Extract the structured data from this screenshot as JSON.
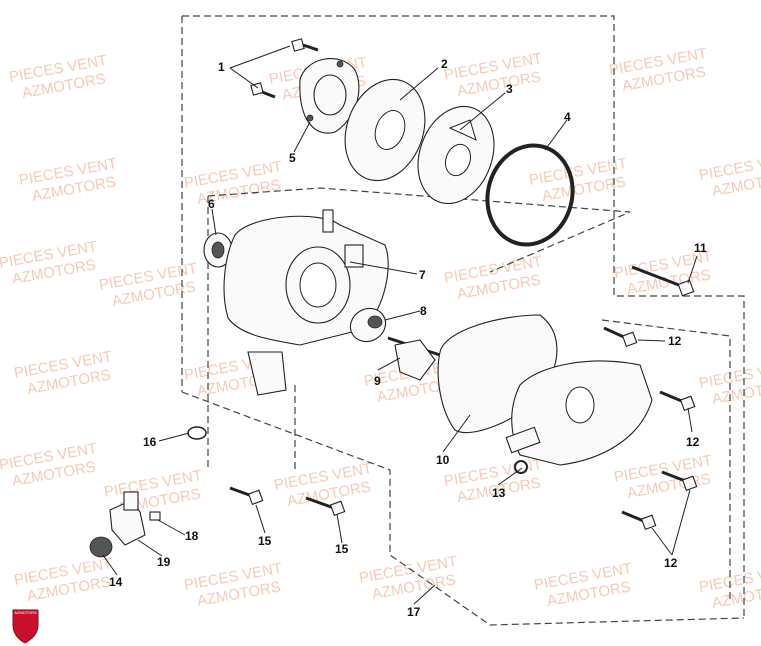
{
  "watermark": {
    "line1": "PIECES VENT",
    "line2": "AZMOTORS"
  },
  "logo": {
    "text": "AZMOTORS",
    "color": "#c8102e"
  },
  "callouts": [
    {
      "id": "1",
      "label": "1"
    },
    {
      "id": "2",
      "label": "2"
    },
    {
      "id": "3",
      "label": "3"
    },
    {
      "id": "4",
      "label": "4"
    },
    {
      "id": "5",
      "label": "5"
    },
    {
      "id": "6",
      "label": "6"
    },
    {
      "id": "7",
      "label": "7"
    },
    {
      "id": "8",
      "label": "8"
    },
    {
      "id": "9",
      "label": "9"
    },
    {
      "id": "10",
      "label": "10"
    },
    {
      "id": "11",
      "label": "11"
    },
    {
      "id": "12a",
      "label": "12"
    },
    {
      "id": "12b",
      "label": "12"
    },
    {
      "id": "12c",
      "label": "12"
    },
    {
      "id": "13",
      "label": "13"
    },
    {
      "id": "14",
      "label": "14"
    },
    {
      "id": "15a",
      "label": "15"
    },
    {
      "id": "15b",
      "label": "15"
    },
    {
      "id": "16",
      "label": "16"
    },
    {
      "id": "17",
      "label": "17"
    },
    {
      "id": "18",
      "label": "18"
    },
    {
      "id": "19",
      "label": "19"
    }
  ]
}
